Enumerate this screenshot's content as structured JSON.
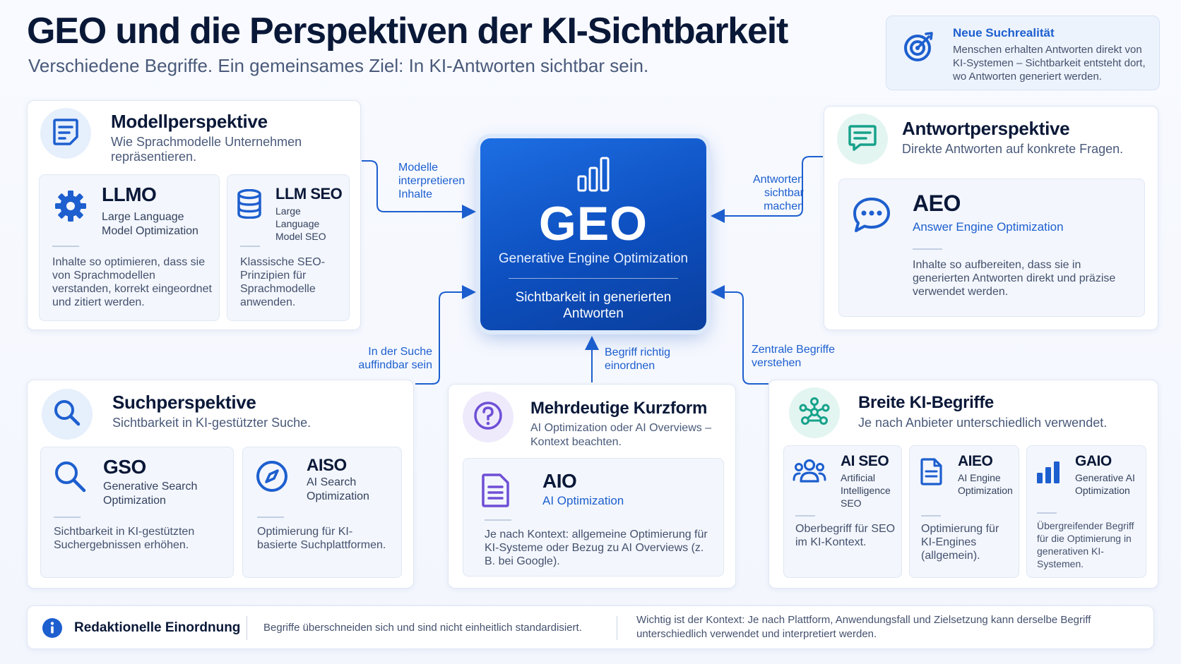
{
  "header": {
    "title": "GEO und die Perspektiven der KI-Sichtbarkeit",
    "subtitle": "Verschiedene Begriffe. Ein gemeinsames Ziel: In KI-Antworten sichtbar sein."
  },
  "callout": {
    "title": "Neue Suchrealität",
    "text": "Menschen erhalten Antworten direkt von KI-Systemen – Sichtbarkeit entsteht dort, wo Antworten generiert werden."
  },
  "center": {
    "title": "GEO",
    "subtitle": "Generative Engine Optimization",
    "tagline": "Sichtbarkeit in generierten Antworten"
  },
  "connectors": {
    "modell": "Modelle interpretieren Inhalte",
    "antwort": "Antworten sichtbar machen",
    "suche": "In der Suche auffindbar sein",
    "kurzform": "Begriff richtig einordnen",
    "breite": "Zentrale Begriffe verstehen"
  },
  "modell": {
    "title": "Modellperspektive",
    "subtitle": "Wie Sprachmodelle Unternehmen repräsentieren.",
    "cards": [
      {
        "code": "LLMO",
        "full": "Large Language Model Optimization",
        "desc": "Inhalte so optimieren, dass sie von Sprachmodellen verstanden, korrekt eingeordnet und zitiert werden."
      },
      {
        "code": "LLM SEO",
        "full": "Large Language Model SEO",
        "desc": "Klassische SEO-Prinzipien für Sprachmodelle anwenden."
      }
    ]
  },
  "antwort": {
    "title": "Antwortperspektive",
    "subtitle": "Direkte Antworten auf konkrete Fragen.",
    "card": {
      "code": "AEO",
      "full": "Answer Engine Optimization",
      "desc": "Inhalte so aufbereiten, dass sie in generierten Antworten direkt und präzise verwendet werden."
    }
  },
  "suche": {
    "title": "Suchperspektive",
    "subtitle": "Sichtbarkeit in KI-gestützter Suche.",
    "cards": [
      {
        "code": "GSO",
        "full": "Generative Search Optimization",
        "desc": "Sichtbarkeit in KI-gestützten Suchergebnissen erhöhen."
      },
      {
        "code": "AISO",
        "full": "AI Search Optimization",
        "desc": "Optimierung für KI-basierte Suchplattformen."
      }
    ]
  },
  "kurzform": {
    "title": "Mehrdeutige Kurzform",
    "subtitle": "AI Optimization oder AI Overviews – Kontext beachten.",
    "card": {
      "code": "AIO",
      "full": "AI Optimization",
      "desc": "Je nach Kontext: allgemeine Optimierung für KI-Systeme oder Bezug zu AI Overviews (z. B. bei Google)."
    }
  },
  "breite": {
    "title": "Breite KI-Begriffe",
    "subtitle": "Je nach Anbieter unterschiedlich verwendet.",
    "cards": [
      {
        "code": "AI SEO",
        "full": "Artificial Intelligence SEO",
        "desc": "Oberbegriff für SEO im KI-Kontext."
      },
      {
        "code": "AIEO",
        "full": "AI Engine Optimization",
        "desc": "Optimierung für KI-Engines (allgemein)."
      },
      {
        "code": "GAIO",
        "full": "Generative AI Optimization",
        "desc": "Übergreifender Begriff für die Optimierung in generativen KI-Systemen."
      }
    ]
  },
  "footer": {
    "title": "Redaktionelle Einordnung",
    "note1": "Begriffe überschneiden sich und sind nicht einheitlich standardisiert.",
    "note2": "Wichtig ist der Kontext: Je nach Plattform, Anwendungsfall und Zielsetzung kann derselbe Begriff unterschiedlich verwendet und interpretiert werden."
  },
  "colors": {
    "primary": "#1d5fcf",
    "geo_gradient_start": "#1d6ee3",
    "geo_gradient_end": "#0a3f9e",
    "teal": "#17a28a",
    "purple": "#6f4fd6",
    "ink": "#0a1838"
  },
  "icons": {
    "callout": "target-icon",
    "modell": "document-icon",
    "llmo": "gear-icon",
    "llm_seo": "database-icon",
    "geo": "bar-chart-icon",
    "antwort": "message-icon",
    "aeo": "chat-bubble-icon",
    "suche": "search-icon",
    "gso": "search-icon",
    "aiso": "compass-icon",
    "kurzform": "question-icon",
    "aio": "document-icon",
    "breite": "network-icon",
    "ai_seo": "users-icon",
    "aieo": "file-icon",
    "gaio": "bar-chart-icon",
    "footer": "info-icon"
  }
}
